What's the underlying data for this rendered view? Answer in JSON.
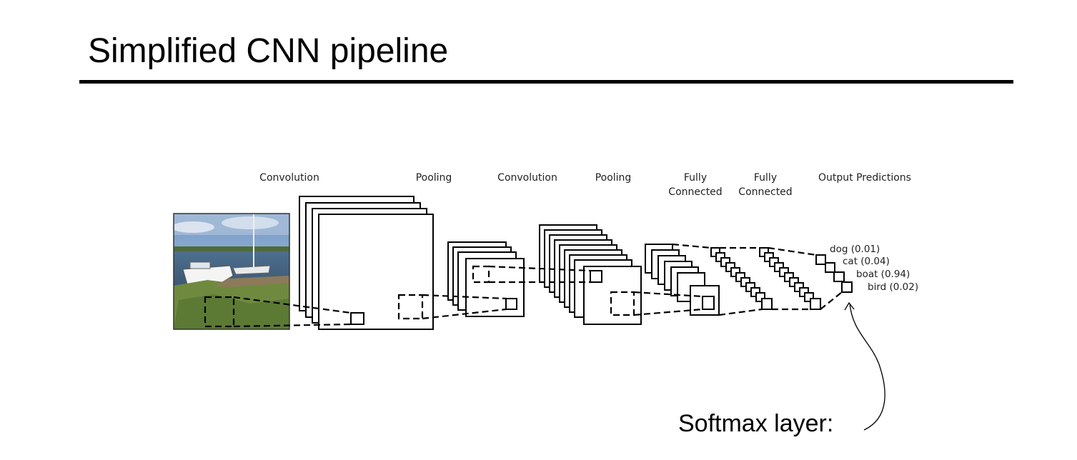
{
  "title": "Simplified CNN pipeline",
  "stages": [
    {
      "label": "Convolution"
    },
    {
      "label": "Pooling"
    },
    {
      "label": "Convolution"
    },
    {
      "label": "Pooling"
    },
    {
      "label_line1": "Fully",
      "label_line2": "Connected"
    },
    {
      "label_line1": "Fully",
      "label_line2": "Connected"
    },
    {
      "label": "Output Predictions"
    }
  ],
  "predictions": [
    {
      "text": "dog (0.01)"
    },
    {
      "text": "cat (0.04)"
    },
    {
      "text": "boat (0.94)"
    },
    {
      "text": "bird (0.02)"
    }
  ],
  "annotation": "Softmax layer:",
  "input_image": {
    "subject": "photo of boats on water with grassy shore"
  }
}
